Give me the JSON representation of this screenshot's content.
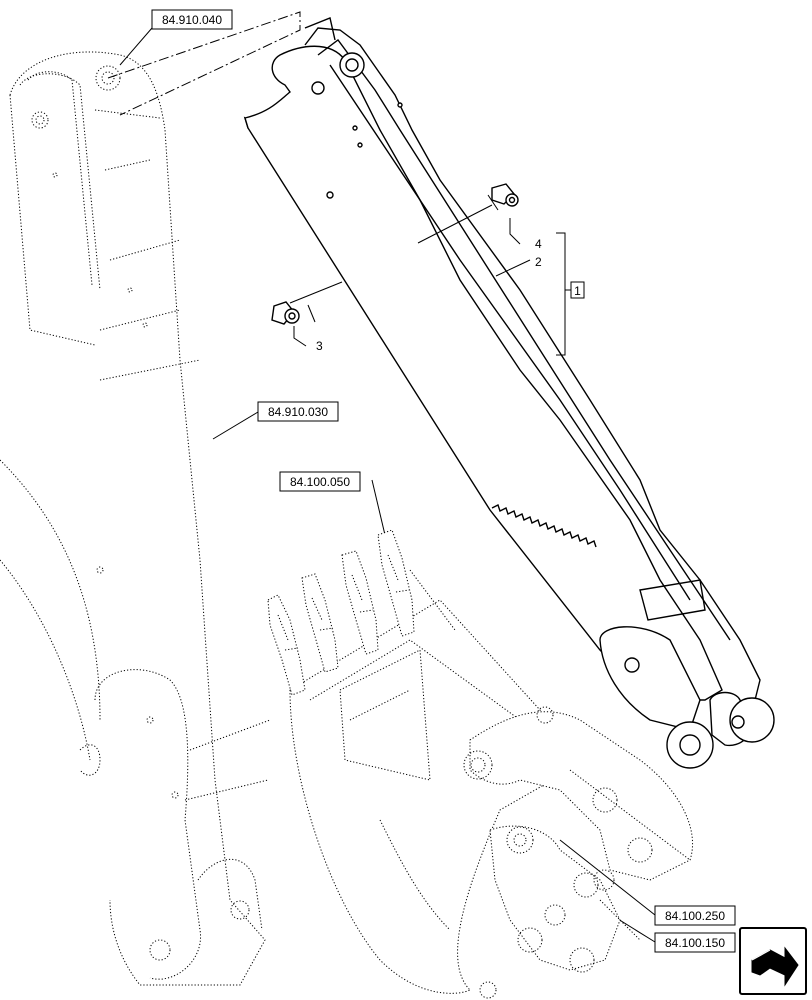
{
  "references": {
    "ref_top_left": "84.910.040",
    "ref_boom": "84.910.030",
    "ref_teeth": "84.100.050",
    "ref_linkage_upper": "84.100.250",
    "ref_linkage_lower": "84.100.150"
  },
  "callouts": {
    "item_1": "1",
    "item_2": "2",
    "item_3": "3",
    "item_4": "4"
  },
  "icons": {
    "nav_arrow": "next-page-arrow-icon"
  }
}
